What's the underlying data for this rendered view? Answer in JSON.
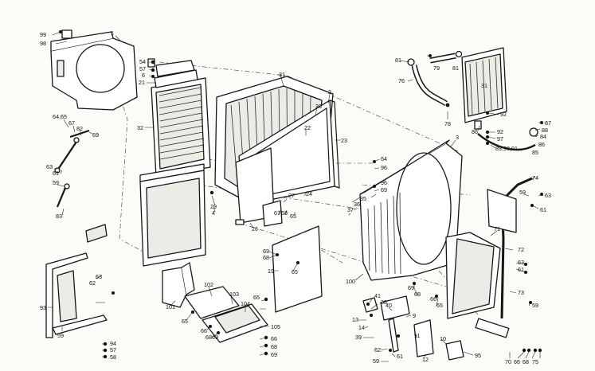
{
  "callouts": {
    "c99": "99",
    "c98": "98",
    "c1": "1",
    "c54": "54",
    "c57": "57",
    "c6": "6",
    "c21": "21",
    "c32": "32",
    "c31": "31",
    "c2": "2",
    "c30": "30",
    "c22": "22",
    "c23": "23",
    "c3": "3",
    "c64_65": "64,65",
    "c67": "67",
    "c82": "82",
    "c69": "69",
    "c63": "63",
    "c61": "61",
    "c59": "59",
    "c83": "83",
    "c29": "29",
    "c4": "4",
    "c26": "26",
    "c27": "27",
    "c24": "24",
    "c67b": "67",
    "c68": "68",
    "c65": "65",
    "c64": "64",
    "c96": "96",
    "c96b": "96",
    "c69b": "69",
    "c37": "37",
    "c36": "36",
    "c35": "35",
    "c81a": "81",
    "c79": "79",
    "c81b": "81",
    "c76": "76",
    "c31b": "31",
    "c78": "78",
    "c86": "86",
    "c92": "92",
    "c87": "87",
    "c88": "88",
    "c84": "84",
    "c92b": "92",
    "c97": "97",
    "c89": "89,90,91",
    "c86b": "86",
    "c85": "85",
    "c74": "74",
    "c59b": "59",
    "c63b": "63",
    "c61b": "61",
    "c71": "71",
    "c72": "72",
    "c63c": "63",
    "c61c": "61",
    "c73": "73",
    "c59c": "59",
    "c69c": "69",
    "c68b": "68",
    "c19": "19",
    "c65b": "65",
    "c100": "100",
    "c69d": "69",
    "c68c": "68",
    "c66": "66",
    "c65c": "65",
    "c93": "93",
    "c63d": "63",
    "c62": "62",
    "c59d": "59",
    "c94": "94",
    "c57b": "57",
    "c58": "58",
    "c101": "101",
    "c102": "102",
    "c103": "103",
    "c104": "104",
    "c65d": "65",
    "c66b": "66",
    "c68d": "68",
    "c69e": "69",
    "c65e": "65",
    "c105": "105",
    "c66c": "66",
    "c68e": "68",
    "c69f": "69",
    "c41": "41",
    "c38": "38",
    "c40": "40",
    "c13": "13",
    "c14": "14",
    "c9": "9",
    "c39": "39",
    "c11": "11",
    "c10": "10",
    "c62b": "62",
    "c61d": "61",
    "c59e": "59",
    "c12": "12",
    "c95": "95",
    "c70": "70",
    "c66d": "66",
    "c68f": "68",
    "c75": "75"
  }
}
